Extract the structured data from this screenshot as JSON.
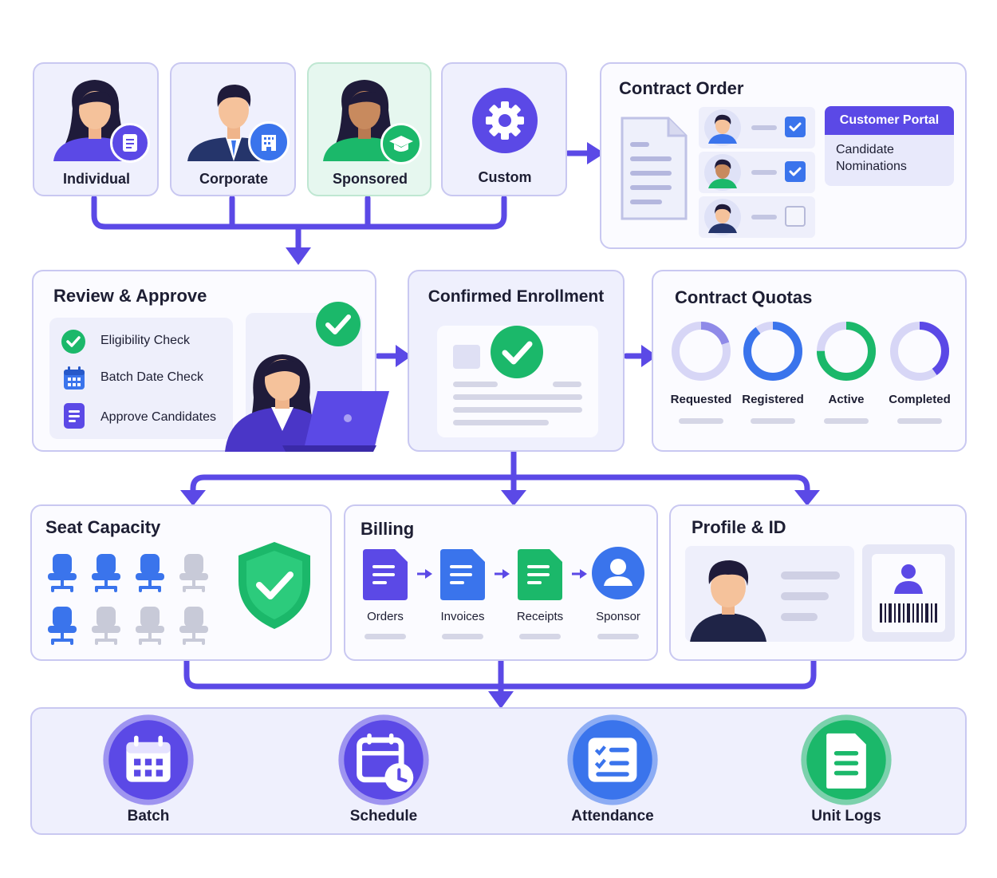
{
  "colors": {
    "primary": "#5b49e6",
    "blue": "#3a74ec",
    "green": "#1bb86a",
    "card_bg": "#eff0fd",
    "card_border": "#c9c8f1",
    "arrow": "#5b49e6"
  },
  "customer_types": [
    {
      "label": "Individual",
      "icon": "document-badge-icon"
    },
    {
      "label": "Corporate",
      "icon": "building-badge-icon"
    },
    {
      "label": "Sponsored",
      "icon": "graduation-cap-icon"
    },
    {
      "label": "Custom",
      "icon": "gear-icon"
    }
  ],
  "contract_order": {
    "title": "Contract Order",
    "portal_header": "Customer Portal",
    "portal_body": "Candidate Nominations",
    "candidates_checked": [
      true,
      true,
      false
    ]
  },
  "review": {
    "title": "Review & Approve",
    "checks": [
      {
        "label": "Eligibility Check",
        "icon": "check-circle-icon"
      },
      {
        "label": "Batch Date Check",
        "icon": "calendar-icon"
      },
      {
        "label": "Approve Candidates",
        "icon": "document-icon"
      }
    ]
  },
  "enrollment": {
    "title": "Confirmed Enrollment"
  },
  "quotas": {
    "title": "Contract Quotas",
    "items": [
      {
        "label": "Requested",
        "fraction": 0.2,
        "color": "#8f8ae8"
      },
      {
        "label": "Registered",
        "fraction": 0.9,
        "color": "#3a74ec"
      },
      {
        "label": "Active",
        "fraction": 0.75,
        "color": "#1bb86a"
      },
      {
        "label": "Completed",
        "fraction": 0.4,
        "color": "#5b49e6"
      }
    ]
  },
  "seat_capacity": {
    "title": "Seat Capacity",
    "total_seats": 8,
    "booked_seats": 4
  },
  "billing": {
    "title": "Billing",
    "steps": [
      {
        "label": "Orders",
        "color": "#5b49e6"
      },
      {
        "label": "Invoices",
        "color": "#3a74ec"
      },
      {
        "label": "Receipts",
        "color": "#1bb86a"
      },
      {
        "label": "Sponsor",
        "color": "#3a74ec"
      }
    ]
  },
  "profile": {
    "title": "Profile & ID"
  },
  "pipeline": [
    {
      "label": "Batch",
      "icon": "calendar-icon",
      "color": "#5b49e6"
    },
    {
      "label": "Schedule",
      "icon": "calendar-clock-icon",
      "color": "#5b49e6"
    },
    {
      "label": "Attendance",
      "icon": "checklist-icon",
      "color": "#3a74ec"
    },
    {
      "label": "Unit Logs",
      "icon": "log-document-icon",
      "color": "#1bb86a"
    }
  ]
}
